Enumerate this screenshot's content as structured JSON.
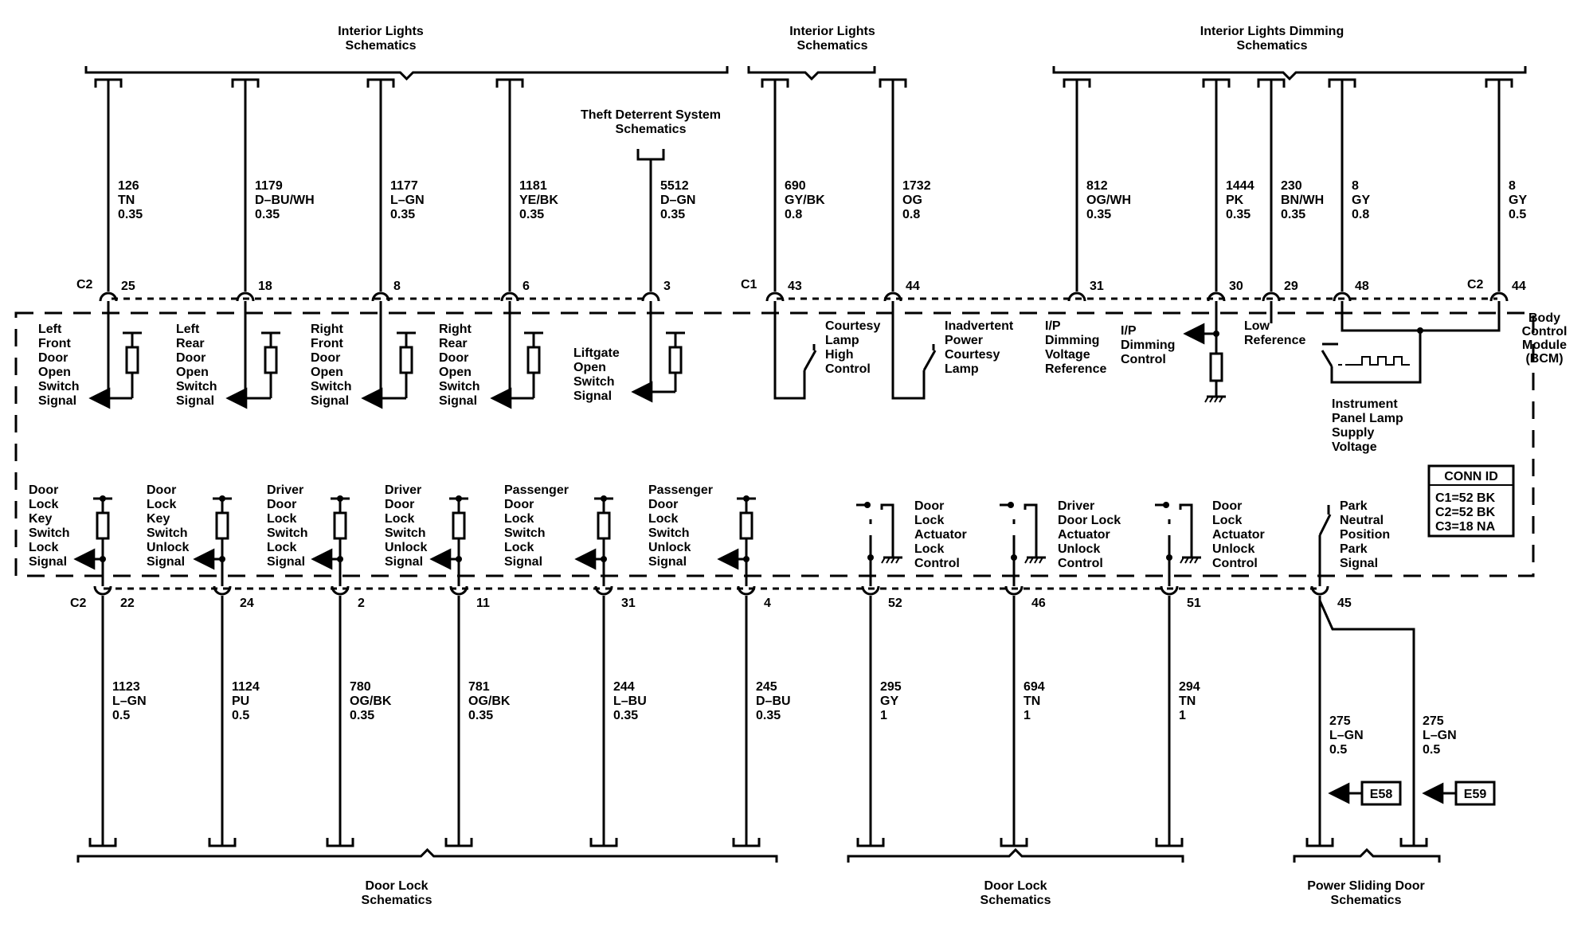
{
  "top_groups": [
    {
      "label": [
        "Interior Lights",
        "Schematics"
      ]
    },
    {
      "label": [
        "Interior Lights",
        "Schematics"
      ]
    },
    {
      "label": [
        "Interior Lights Dimming",
        "Schematics"
      ]
    }
  ],
  "theft": {
    "label": [
      "Theft Deterrent System",
      "Schematics"
    ]
  },
  "bottom_groups": [
    {
      "label": [
        "Door Lock",
        "Schematics"
      ]
    },
    {
      "label": [
        "Door Lock",
        "Schematics"
      ]
    },
    {
      "label": [
        "Power Sliding Door",
        "Schematics"
      ]
    }
  ],
  "module": {
    "label": [
      "Body",
      "Control",
      "Module",
      "(BCM)"
    ]
  },
  "conn_id": {
    "title": "CONN ID",
    "rows": [
      "C1=52 BK",
      "C2=52 BK",
      "C3=18 NA"
    ]
  },
  "connectors": {
    "c2": "C2",
    "c1": "C1"
  },
  "top_wires": [
    {
      "pin": "25",
      "circuit": "126",
      "color": "TN",
      "gauge": "0.35",
      "signal": [
        "Left",
        "Front",
        "Door",
        "Open",
        "Switch",
        "Signal"
      ]
    },
    {
      "pin": "18",
      "circuit": "1179",
      "color": "D–BU/WH",
      "gauge": "0.35",
      "signal": [
        "Left",
        "Rear",
        "Door",
        "Open",
        "Switch",
        "Signal"
      ]
    },
    {
      "pin": "8",
      "circuit": "1177",
      "color": "L–GN",
      "gauge": "0.35",
      "signal": [
        "Right",
        "Front",
        "Door",
        "Open",
        "Switch",
        "Signal"
      ]
    },
    {
      "pin": "6",
      "circuit": "1181",
      "color": "YE/BK",
      "gauge": "0.35",
      "signal": [
        "Right",
        "Rear",
        "Door",
        "Open",
        "Switch",
        "Signal"
      ]
    },
    {
      "pin": "3",
      "circuit": "5512",
      "color": "D–GN",
      "gauge": "0.35",
      "signal": [
        "Liftgate",
        "Open",
        "Switch",
        "Signal"
      ]
    },
    {
      "pin": "43",
      "circuit": "690",
      "color": "GY/BK",
      "gauge": "0.8",
      "signal": [
        "Courtesy",
        "Lamp",
        "High",
        "Control"
      ]
    },
    {
      "pin": "44",
      "circuit": "1732",
      "color": "OG",
      "gauge": "0.8",
      "signal": [
        "Inadvertent",
        "Power",
        "Courtesy",
        "Lamp"
      ]
    },
    {
      "pin": "31",
      "circuit": "812",
      "color": "OG/WH",
      "gauge": "0.35",
      "signal": [
        "I/P",
        "Dimming",
        "Voltage",
        "Reference"
      ]
    },
    {
      "pin": "30",
      "circuit": "1444",
      "color": "PK",
      "gauge": "0.35",
      "signal": [
        "I/P",
        "Dimming",
        "Control"
      ]
    },
    {
      "pin": "29",
      "circuit": "230",
      "color": "BN/WH",
      "gauge": "0.35",
      "signal": [
        "Low",
        "Reference"
      ]
    },
    {
      "pin": "48",
      "circuit": "8",
      "color": "GY",
      "gauge": "0.8",
      "signal": []
    },
    {
      "pin": "44",
      "circuit": "8",
      "color": "GY",
      "gauge": "0.5",
      "signal": []
    }
  ],
  "ip_lamp": {
    "label": [
      "Instrument",
      "Panel Lamp",
      "Supply",
      "Voltage"
    ]
  },
  "bottom_wires": [
    {
      "pin": "22",
      "circuit": "1123",
      "color": "L–GN",
      "gauge": "0.5",
      "signal": [
        "Door",
        "Lock",
        "Key",
        "Switch",
        "Lock",
        "Signal"
      ]
    },
    {
      "pin": "24",
      "circuit": "1124",
      "color": "PU",
      "gauge": "0.5",
      "signal": [
        "Door",
        "Lock",
        "Key",
        "Switch",
        "Unlock",
        "Signal"
      ]
    },
    {
      "pin": "2",
      "circuit": "780",
      "color": "OG/BK",
      "gauge": "0.35",
      "signal": [
        "Driver",
        "Door",
        "Lock",
        "Switch",
        "Lock",
        "Signal"
      ]
    },
    {
      "pin": "11",
      "circuit": "781",
      "color": "OG/BK",
      "gauge": "0.35",
      "signal": [
        "Driver",
        "Door",
        "Lock",
        "Switch",
        "Unlock",
        "Signal"
      ]
    },
    {
      "pin": "31",
      "circuit": "244",
      "color": "L–BU",
      "gauge": "0.35",
      "signal": [
        "Passenger",
        "Door",
        "Lock",
        "Switch",
        "Lock",
        "Signal"
      ]
    },
    {
      "pin": "4",
      "circuit": "245",
      "color": "D–BU",
      "gauge": "0.35",
      "signal": [
        "Passenger",
        "Door",
        "Lock",
        "Switch",
        "Unlock",
        "Signal"
      ]
    },
    {
      "pin": "52",
      "circuit": "295",
      "color": "GY",
      "gauge": "1",
      "signal": [
        "Door",
        "Lock",
        "Actuator",
        "Lock",
        "Control"
      ]
    },
    {
      "pin": "46",
      "circuit": "694",
      "color": "TN",
      "gauge": "1",
      "signal": [
        "Driver",
        "Door Lock",
        "Actuator",
        "Unlock",
        "Control"
      ]
    },
    {
      "pin": "51",
      "circuit": "294",
      "color": "TN",
      "gauge": "1",
      "signal": [
        "Door",
        "Lock",
        "Actuator",
        "Unlock",
        "Control"
      ]
    },
    {
      "pin": "45",
      "circuit": "",
      "color": "",
      "gauge": "",
      "signal": [
        "Park",
        "Neutral",
        "Position",
        "Park",
        "Signal"
      ]
    }
  ],
  "splice": [
    {
      "circuit": "275",
      "color": "L–GN",
      "gauge": "0.5",
      "ref": "E58"
    },
    {
      "circuit": "275",
      "color": "L–GN",
      "gauge": "0.5",
      "ref": "E59"
    }
  ]
}
